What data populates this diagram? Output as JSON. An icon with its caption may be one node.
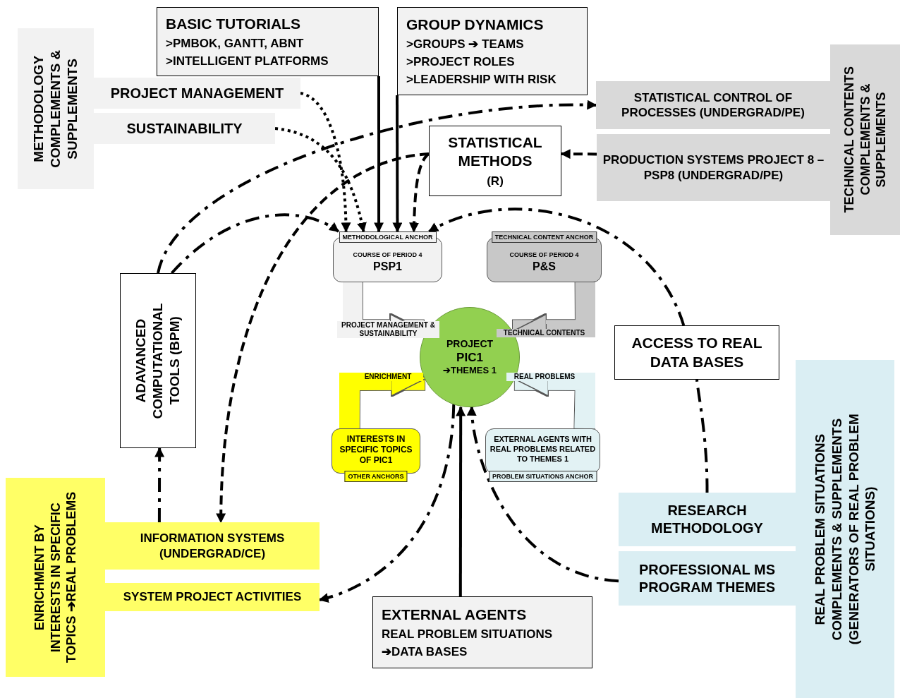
{
  "diagram": {
    "nodes": [
      {
        "text": [
          "BASIC TUTORIALS",
          ">PMBOK, GANTT, ABNT",
          ">INTELLIGENT PLATFORMS"
        ]
      },
      {
        "text": [
          "GROUP DYNAMICS",
          ">GROUPS ➔ TEAMS",
          ">PROJECT ROLES",
          ">LEADERSHIP WITH RISK"
        ]
      },
      {
        "text": [
          "METHODOLOGY COMPLEMENTS & SUPPLEMENTS"
        ]
      },
      {
        "text": [
          "PROJECT MANAGEMENT"
        ]
      },
      {
        "text": [
          "SUSTAINABILITY"
        ]
      },
      {
        "text": [
          "STATISTICAL CONTROL OF PROCESSES (UNDERGRAD/PE)"
        ]
      },
      {
        "text": [
          "TECHNICAL CONTENTS COMPLEMENTS & SUPPLEMENTS"
        ]
      },
      {
        "text": [
          "STATISTICAL METHODS",
          "(R)"
        ]
      },
      {
        "text": [
          "PRODUCTION SYSTEMS PROJECT 8 – PSP8 (UNDERGRAD/PE)"
        ]
      },
      {
        "text": [
          "METHODOLOGICAL ANCHOR",
          "COURSE OF PERIOD 4",
          "PSP1"
        ]
      },
      {
        "text": [
          "TECHNICAL CONTENT ANCHOR",
          "COURSE OF PERIOD 4",
          "P&S"
        ]
      },
      {
        "text": [
          "ADAVANCED COMPUTATIONAL TOOLS (BPM)"
        ]
      },
      {
        "text": [
          "PROJECT",
          "PIC1",
          "➔THEMES 1"
        ]
      },
      {
        "text": [
          "ACCESS TO REAL DATA BASES"
        ]
      },
      {
        "text": [
          "INTERESTS IN SPECIFIC TOPICS OF PIC1",
          "OTHER ANCHORS"
        ]
      },
      {
        "text": [
          "EXTERNAL AGENTS WITH REAL PROBLEMS RELATED TO THEMES 1",
          "PROBLEM SITUATIONS ANCHOR"
        ]
      },
      {
        "text": [
          "RESEARCH METHODOLOGY"
        ]
      },
      {
        "text": [
          "REAL PROBLEM SITUATIONS COMPLEMENTS & SUPPLEMENTS (GENERATORS OF REAL PROBLEM SITUATIONS)"
        ]
      },
      {
        "text": [
          "ENRICHMENT BY INTERESTS IN SPECIFIC TOPICS ➔REAL PROBLEMS"
        ]
      },
      {
        "text": [
          "INFORMATION SYSTEMS (UNDERGRAD/CE)"
        ]
      },
      {
        "text": [
          "PROFESSIONAL MS PROGRAM THEMES"
        ]
      },
      {
        "text": [
          "SYSTEM PROJECT ACTIVITIES"
        ]
      },
      {
        "text": [
          "EXTERNAL AGENTS",
          "REAL PROBLEM SITUATIONS",
          "➔DATA BASES"
        ]
      }
    ],
    "edges": [
      {
        "from": 3,
        "to": 9,
        "arrow": "to",
        "style": "dashed"
      },
      {
        "from": 4,
        "to": 9,
        "arrow": "to",
        "style": "dashed"
      },
      {
        "from": 0,
        "to": 9,
        "arrow": "to"
      },
      {
        "from": 1,
        "to": 9,
        "arrow": "to"
      },
      {
        "from": 7,
        "to": 9,
        "arrow": "to",
        "style": "dashed"
      },
      {
        "from": 7,
        "to": 19,
        "arrow": "to",
        "style": "dashed"
      },
      {
        "from": 8,
        "to": 7,
        "arrow": "to",
        "style": "dashed"
      },
      {
        "from": 11,
        "to": 5,
        "arrow": "to",
        "style": "dashed"
      },
      {
        "from": 11,
        "to": 9,
        "arrow": "to",
        "style": "dashed"
      },
      {
        "from": 19,
        "to": 11,
        "arrow": "to",
        "style": "dashed"
      },
      {
        "from": 16,
        "to": 13,
        "arrow": "none",
        "style": "dashed"
      },
      {
        "from": 13,
        "to": 9,
        "arrow": "to",
        "style": "dashed"
      },
      {
        "from": 22,
        "to": 12,
        "arrow": "to"
      },
      {
        "from": 20,
        "to": 12,
        "arrow": "to",
        "style": "dashed"
      },
      {
        "from": 12,
        "to": 21,
        "arrow": "to",
        "style": "dashed"
      },
      {
        "from": 9,
        "to": 12,
        "arrow": "to",
        "label": "PROJECT MANAGEMENT & SUSTAINABILITY",
        "style": "thick",
        "color": "#f2f2f2"
      },
      {
        "from": 10,
        "to": 12,
        "arrow": "to",
        "label": "TECHNICAL CONTENTS",
        "style": "thick",
        "color": "#c8c8c8"
      },
      {
        "from": 14,
        "to": 12,
        "arrow": "to",
        "label": "ENRICHMENT",
        "style": "thick",
        "color": "#ffff00"
      },
      {
        "from": 15,
        "to": 12,
        "arrow": "to",
        "label": "REAL PROBLEMS",
        "style": "thick",
        "color": "#e2f2f4"
      }
    ]
  }
}
